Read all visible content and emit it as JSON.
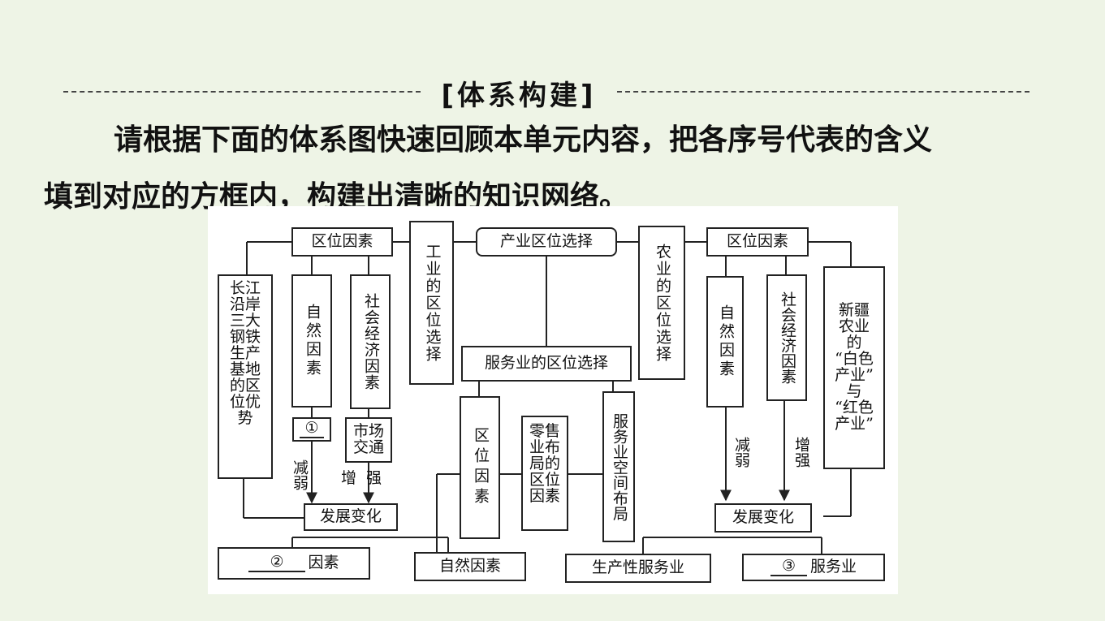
{
  "heading": {
    "title": "[体系构建]"
  },
  "intro": {
    "line1": "请根据下面的体系图快速回顾本单元内容，把各序号代表的含义",
    "line2": "填到对应的方框内，构建出清晰的知识网络。"
  },
  "diagram": {
    "root": "产业区位选择",
    "industry": {
      "title": "工业的区位选择",
      "location_factors": "区位因素",
      "natural": "自然因素",
      "socio_economic": "社会经济因素",
      "blank1": "①",
      "market_transport": "市场交通",
      "weaken": "减弱",
      "strengthen": "增强",
      "development_change": "发展变化",
      "case": [
        "长江",
        "沿岸",
        "三大",
        "钢铁",
        "生产",
        "基地",
        "的区",
        "位优",
        "势"
      ]
    },
    "agriculture": {
      "title": "农业的区位选择",
      "location_factors": "区位因素",
      "natural": "自然因素",
      "socio_economic": "社会经济因素",
      "weaken": "减弱",
      "strengthen": "增强",
      "development_change": "发展变化",
      "case": [
        "新疆",
        "农业",
        "的",
        "“白色",
        "产业”",
        "与",
        "“红色",
        "产业”"
      ]
    },
    "service": {
      "title": "服务业的区位选择",
      "location_factors": "区位因素",
      "retail": [
        "零售",
        "业布",
        "局的",
        "区位",
        "因素"
      ],
      "spatial_layout": "服务业空间布局",
      "blank2_num": "②",
      "blank2_suffix": "因素",
      "natural": "自然因素",
      "producer": "生产性服务业",
      "blank3_num": "③",
      "blank3_suffix": "服务业"
    }
  }
}
